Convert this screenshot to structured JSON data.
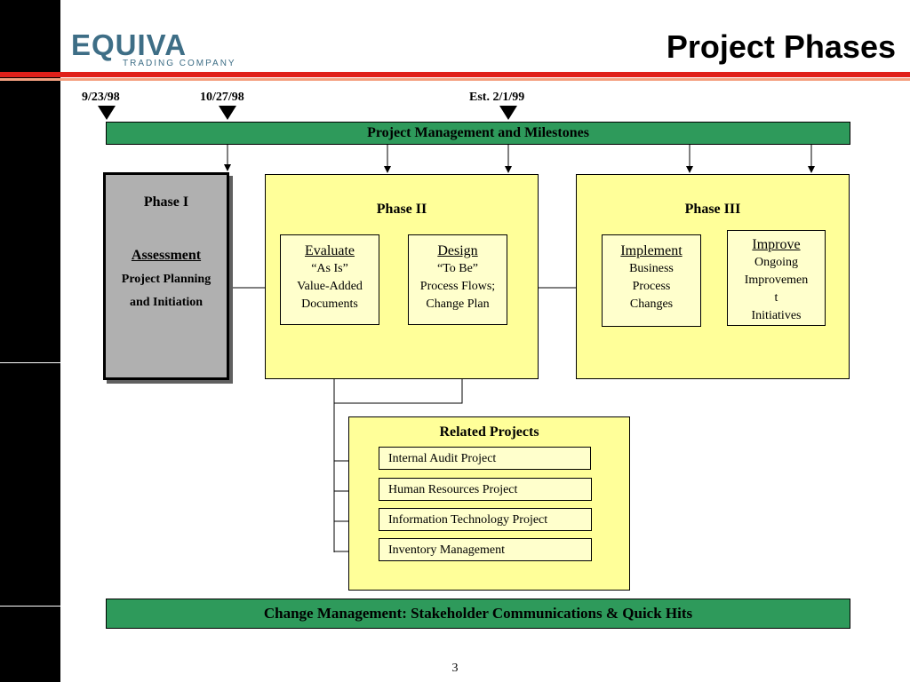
{
  "header": {
    "logo_brand": "EQUIVA",
    "logo_sub": "TRADING COMPANY",
    "title": "Project Phases"
  },
  "milestones": {
    "date1": "9/23/98",
    "date2": "10/27/98",
    "date3": "Est. 2/1/99"
  },
  "top_bar": "Project Management  and Milestones",
  "phase1": {
    "title": "Phase I",
    "subtitle": "Assessment",
    "line1": "Project Planning",
    "line2": "and Initiation"
  },
  "phase2": {
    "title": "Phase II",
    "evaluate": {
      "head": "Evaluate",
      "l1": "“As Is”",
      "l2": "Value-Added",
      "l3": "Documents"
    },
    "design": {
      "head": "Design",
      "l1": "“To Be”",
      "l2": "Process Flows;",
      "l3": "Change Plan"
    }
  },
  "phase3": {
    "title": "Phase III",
    "implement": {
      "head": "Implement",
      "l1": "Business",
      "l2": "Process",
      "l3": "Changes"
    },
    "improve": {
      "head": "Improve",
      "l1": "Ongoing",
      "l2": "Improvemen",
      "l3": "t",
      "l4": "Initiatives"
    }
  },
  "related": {
    "title": "Related Projects",
    "items": [
      "Internal Audit Project",
      "Human Resources Project",
      "Information Technology Project",
      "Inventory Management"
    ]
  },
  "bottom_bar": "Change Management: Stakeholder Communications & Quick Hits",
  "page_number": "3",
  "colors": {
    "green": "#2e9a5b",
    "yellow": "#ffff99",
    "red_rule": "#e0201a",
    "logo_blue": "#3e6e86"
  }
}
